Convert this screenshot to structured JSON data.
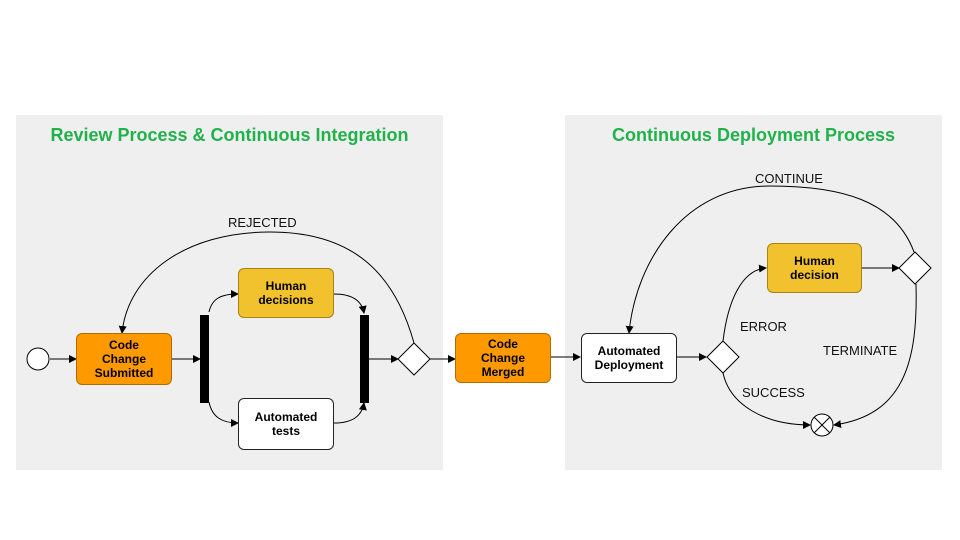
{
  "left_panel": {
    "title": "Review Process & Continuous Integration"
  },
  "right_panel": {
    "title": "Continuous Deployment Process"
  },
  "nodes": {
    "code_change_submitted": "Code\nChange\nSubmitted",
    "human_decisions": "Human\ndecisions",
    "automated_tests": "Automated\ntests",
    "code_change_merged": "Code\nChange\nMerged",
    "automated_deployment": "Automated\nDeployment",
    "human_decision": "Human\ndecision"
  },
  "edge_labels": {
    "rejected": "REJECTED",
    "continue": "CONTINUE",
    "error": "ERROR",
    "terminate": "TERMINATE",
    "success": "SUCCESS"
  },
  "colors": {
    "panel_bg": "#efefef",
    "title_green": "#21b24b",
    "orange": "#ff9900",
    "yellow": "#f2c12e"
  }
}
